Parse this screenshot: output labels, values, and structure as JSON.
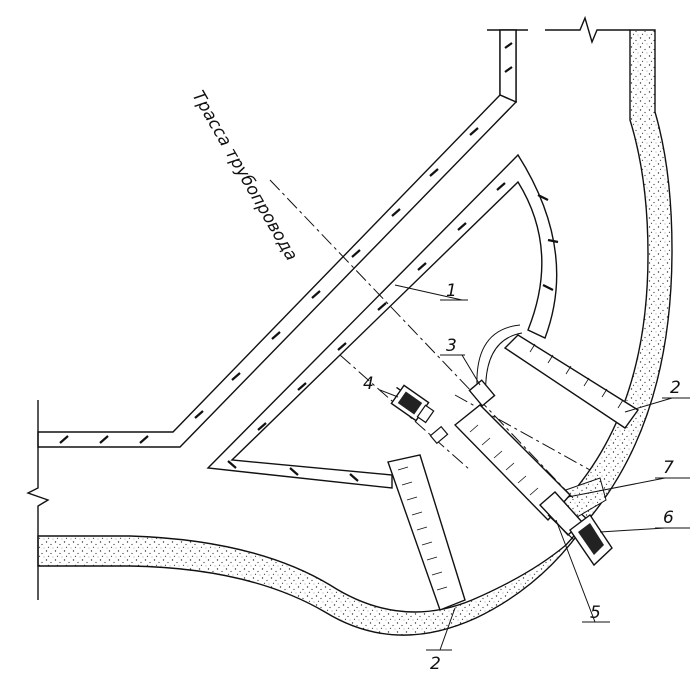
{
  "labels": {
    "route": "Трасса трубопровода",
    "n1": "1",
    "n2a": "2",
    "n2b": "2",
    "n3": "3",
    "n4": "4",
    "n5": "5",
    "n6": "6",
    "n7": "7"
  },
  "colors": {
    "ink": "#111111",
    "background": "#ffffff"
  }
}
